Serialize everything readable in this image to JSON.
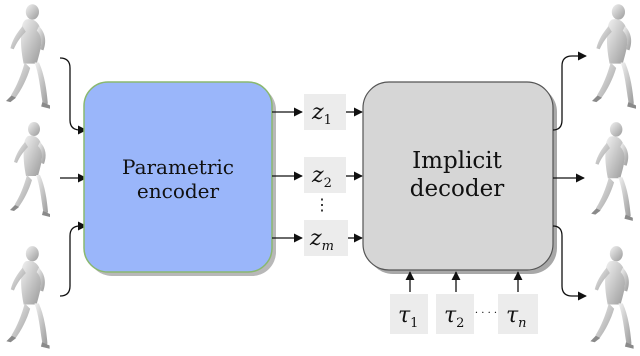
{
  "encoder": {
    "label_line1": "Parametric",
    "label_line2": "encoder",
    "fill_color": "#9ab6fa",
    "border_color": "#8ab870"
  },
  "decoder": {
    "label_line1": "Implicit",
    "label_line2": "decoder",
    "fill_color": "#d6d6d6",
    "border_color": "#555555"
  },
  "latents": [
    {
      "base": "z",
      "sub": "1"
    },
    {
      "base": "z",
      "sub": "2"
    },
    {
      "base": "z",
      "sub": "m"
    }
  ],
  "latent_ellipsis": "⋮",
  "times": [
    {
      "base": "τ",
      "sub": "1"
    },
    {
      "base": "τ",
      "sub": "2"
    },
    {
      "base": "τ",
      "sub": "n"
    }
  ],
  "time_ellipsis": "· · · ·",
  "inputs": [
    "running-figure-1",
    "running-figure-2",
    "running-figure-3"
  ],
  "outputs": [
    "running-figure-out-1",
    "running-figure-out-2",
    "running-figure-out-3"
  ]
}
